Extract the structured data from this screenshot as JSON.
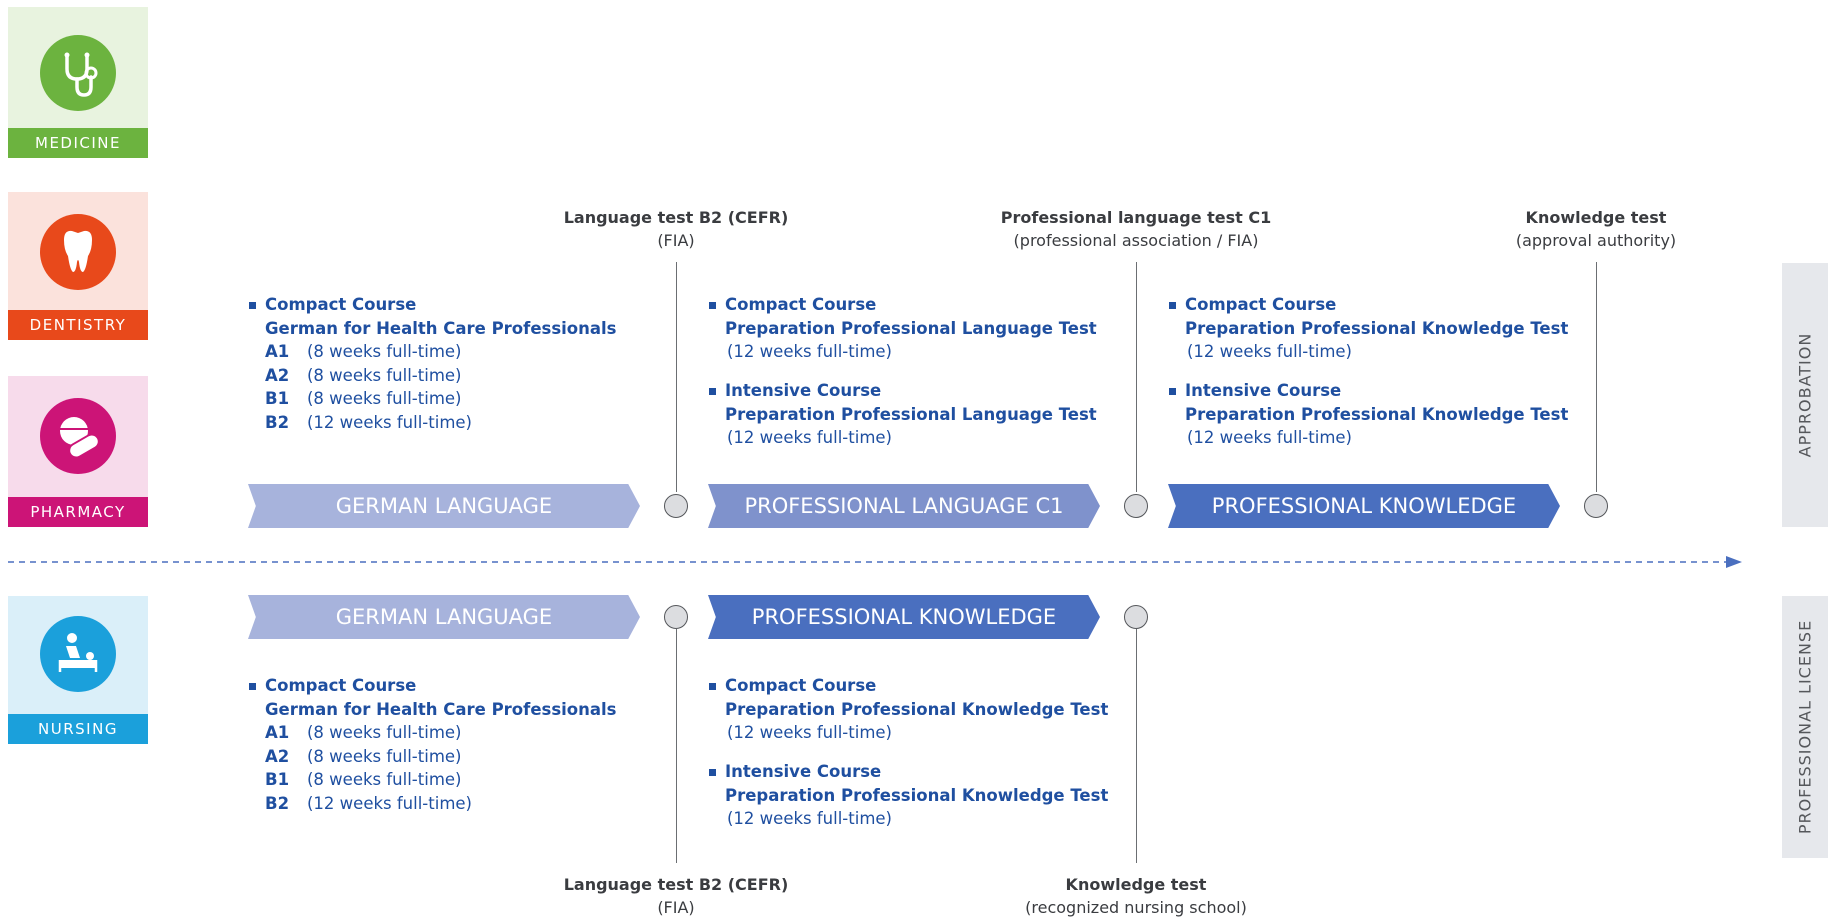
{
  "professions": {
    "medicine": {
      "label": "MEDICINE",
      "icon": "stethoscope-icon",
      "color": "#6cb33f",
      "bg": "#e8f3df"
    },
    "dentistry": {
      "label": "DENTISTRY",
      "icon": "tooth-icon",
      "color": "#e8491b",
      "bg": "#fbe2dc"
    },
    "pharmacy": {
      "label": "PHARMACY",
      "icon": "pill-icon",
      "color": "#cc1477",
      "bg": "#f7dbeb"
    },
    "nursing": {
      "label": "NURSING",
      "icon": "patient-care-icon",
      "color": "#1ba0db",
      "bg": "#daeff9"
    }
  },
  "side_labels": {
    "approbation": "APPROBATION",
    "professional_license": "PROFESSIONAL LICENSE"
  },
  "upper": {
    "banners": [
      "GERMAN LANGUAGE",
      "PROFESSIONAL LANGUAGE C1",
      "PROFESSIONAL KNOWLEDGE"
    ],
    "tests": [
      {
        "title": "Language test B2 (CEFR)",
        "sub": "(FIA)"
      },
      {
        "title": "Professional language test C1",
        "sub": "(professional association / FIA)"
      },
      {
        "title": "Knowledge test",
        "sub": "(approval authority)"
      }
    ],
    "german": {
      "head1": "Compact Course",
      "head2": "German for Health Care Professionals",
      "levels": [
        {
          "level": "A1",
          "duration": "(8 weeks full-time)"
        },
        {
          "level": "A2",
          "duration": "(8 weeks full-time)"
        },
        {
          "level": "B1",
          "duration": "(8 weeks full-time)"
        },
        {
          "level": "B2",
          "duration": "(12 weeks full-time)"
        }
      ]
    },
    "language_courses": [
      {
        "head1": "Compact Course",
        "head2": "Preparation Professional Language Test",
        "duration": "(12 weeks full-time)"
      },
      {
        "head1": "Intensive Course",
        "head2": "Preparation Professional Language Test",
        "duration": "(12 weeks full-time)"
      }
    ],
    "knowledge_courses": [
      {
        "head1": "Compact Course",
        "head2": "Preparation Professional Knowledge Test",
        "duration": "(12 weeks full-time)"
      },
      {
        "head1": "Intensive Course",
        "head2": "Preparation Professional Knowledge Test",
        "duration": "(12 weeks full-time)"
      }
    ]
  },
  "lower": {
    "banners": [
      "GERMAN LANGUAGE",
      "PROFESSIONAL KNOWLEDGE"
    ],
    "tests": [
      {
        "title": "Language test B2 (CEFR)",
        "sub": "(FIA)"
      },
      {
        "title": "Knowledge test",
        "sub": "(recognized nursing school)"
      }
    ],
    "german": {
      "head1": "Compact Course",
      "head2": "German for Health Care Professionals",
      "levels": [
        {
          "level": "A1",
          "duration": "(8 weeks full-time)"
        },
        {
          "level": "A2",
          "duration": "(8 weeks full-time)"
        },
        {
          "level": "B1",
          "duration": "(8 weeks full-time)"
        },
        {
          "level": "B2",
          "duration": "(12 weeks full-time)"
        }
      ]
    },
    "knowledge_courses": [
      {
        "head1": "Compact Course",
        "head2": "Preparation Professional Knowledge Test",
        "duration": "(12 weeks full-time)"
      },
      {
        "head1": "Intensive Course",
        "head2": "Preparation Professional Knowledge Test",
        "duration": "(12 weeks full-time)"
      }
    ]
  },
  "colors": {
    "course_text": "#1f4fa0",
    "divider": "#4a6fbf",
    "side_bg": "#e6e8ec"
  }
}
